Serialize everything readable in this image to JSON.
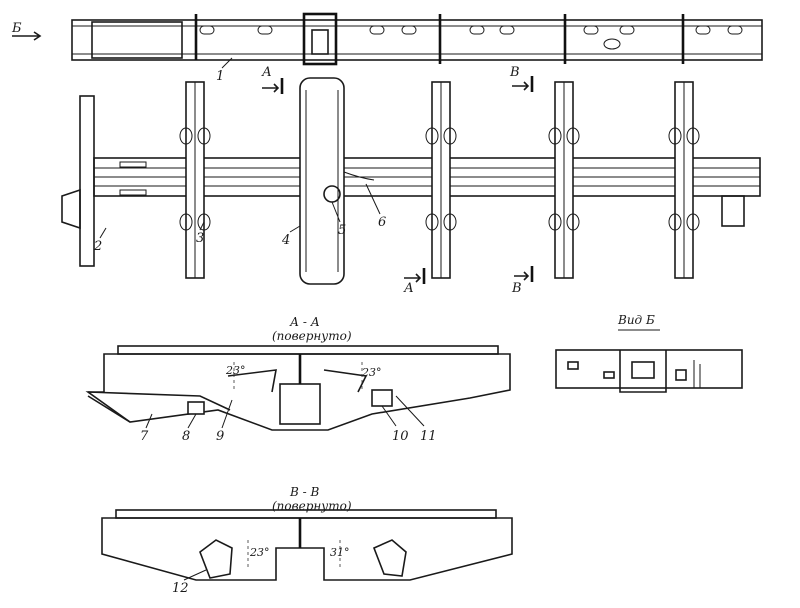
{
  "top_view": {
    "view_arrow": "Б",
    "part": "1"
  },
  "plan_view": {
    "section_a_top": "А",
    "section_b_top": "В",
    "section_a_bottom": "А",
    "section_b_bottom": "В",
    "parts": [
      "2",
      "3",
      "4",
      "5",
      "6"
    ]
  },
  "section_aa": {
    "title": "А - А",
    "subtitle": "(повернуто)",
    "angle_left": "23°",
    "angle_right": "23°",
    "parts": [
      "7",
      "8",
      "9",
      "10",
      "11"
    ]
  },
  "view_b": {
    "title": "Вид Б"
  },
  "section_vv": {
    "title": "В - В",
    "subtitle": "(повернуто)",
    "angle_left": "23°",
    "angle_right": "31°",
    "part": "12"
  }
}
